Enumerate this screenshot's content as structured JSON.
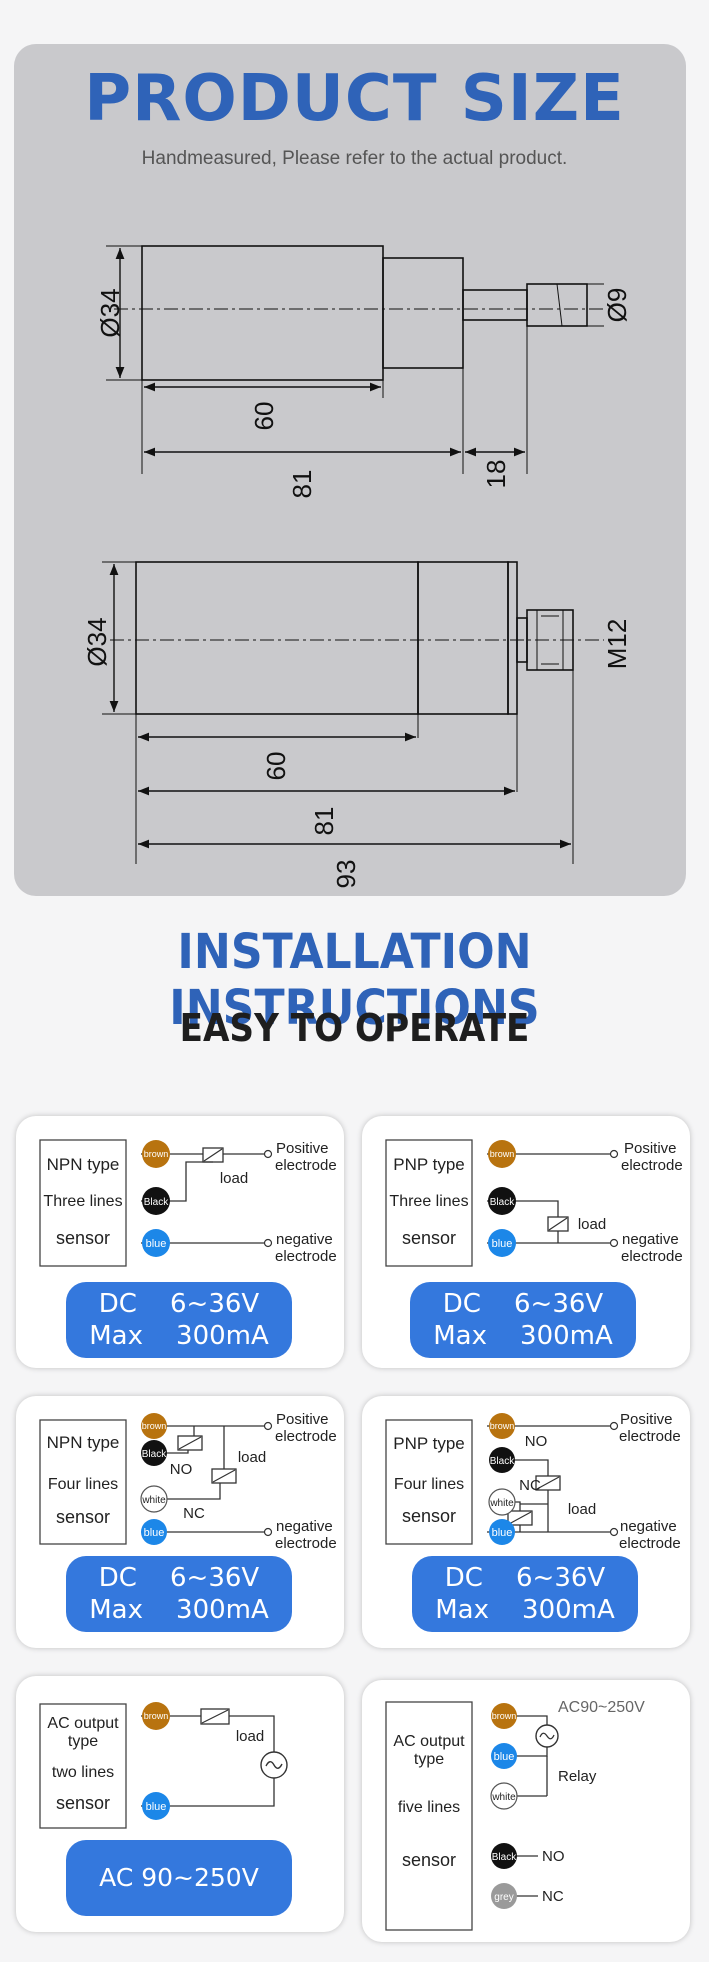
{
  "product_size": {
    "title": "PRODUCT SIZE",
    "subtitle": "Handmeasured, Please refer to the actual product.",
    "top_drawing": {
      "diameter": "Ø34",
      "shaft": "Ø9",
      "dim_60": "60",
      "dim_81": "81",
      "dim_18": "18"
    },
    "bottom_drawing": {
      "diameter": "Ø34",
      "thread": "M12",
      "dim_60": "60",
      "dim_81": "81",
      "dim_93": "93"
    }
  },
  "installation": {
    "title": "INSTALLATION INSTRUCTIONS",
    "subtitle": "EASY TO OPERATE"
  },
  "colors": {
    "accent": "#2f63b8",
    "pill": "#3478dd",
    "brown": "#b8730f",
    "black": "#111111",
    "blue": "#1c87e8",
    "grey": "#9a9a9a"
  },
  "wires": {
    "brown": "brown",
    "black": "Black",
    "blue": "blue",
    "white": "white",
    "grey": "grey"
  },
  "terms": {
    "positive_1": "Positive",
    "positive_2": "electrode",
    "negative_1": "negative",
    "negative_2": "electrode",
    "load": "load",
    "no": "NO",
    "nc": "NC",
    "relay": "Relay"
  },
  "cards": {
    "npn3": {
      "line1": "NPN type",
      "line2": "Three lines",
      "line3": "sensor",
      "spec1": "DC    6~36V",
      "spec2": "Max    300mA"
    },
    "pnp3": {
      "line1": "PNP type",
      "line2": "Three lines",
      "line3": "sensor",
      "spec1": "DC    6~36V",
      "spec2": "Max    300mA"
    },
    "npn4": {
      "line1": "NPN type",
      "line2": "Four lines",
      "line3": "sensor",
      "spec1": "DC    6~36V",
      "spec2": "Max    300mA"
    },
    "pnp4": {
      "line1": "PNP type",
      "line2": "Four lines",
      "line3": "sensor",
      "spec1": "DC    6~36V",
      "spec2": "Max    300mA"
    },
    "ac2": {
      "line1": "AC output",
      "line1b": "type",
      "line2": "two lines",
      "line3": "sensor",
      "spec": "AC 90~250V"
    },
    "ac5": {
      "line1": "AC output",
      "line1b": "type",
      "line2": "five lines",
      "line3": "sensor",
      "supply": "AC90~250V"
    }
  }
}
